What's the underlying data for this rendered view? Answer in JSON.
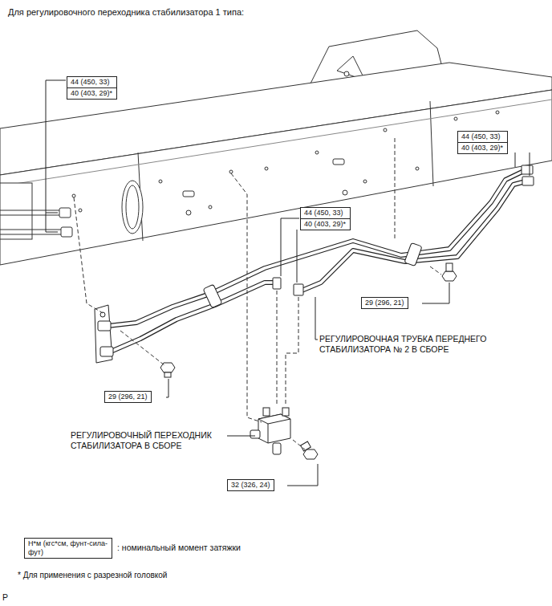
{
  "diagram": {
    "title": "Для регулировочного переходника стабилизатора 1 типа:",
    "nodes": [
      {
        "text": [
          "44 (450, 33)",
          "40 (403, 29)*"
        ]
      },
      {
        "text": [
          "44 (450, 33)",
          "40 (403, 29)*"
        ]
      },
      {
        "text": [
          "44 (450, 33)",
          "40 (403, 29)*"
        ]
      },
      {
        "text": [
          "29 (296, 21)"
        ]
      },
      {
        "text": [
          "29 (296, 21)"
        ]
      },
      {
        "text": [
          "32 (326, 24)"
        ]
      },
      {
        "text": [
          "Н*м (кгс*см, фунт-сила-фут)"
        ]
      }
    ],
    "labels": [
      "РЕГУЛИРОВОЧНАЯ ТРУБКА ПЕРЕДНЕГО СТАБИЛИЗАТОРА № 2 В СБОРЕ",
      "РЕГУЛИРОВОЧНЫЙ ПЕРЕХОДНИК СТАБИЛИЗАТОРА В СБОРЕ",
      "* Для применения с разрезной головкой",
      "P"
    ],
    "legend": [
      {
        "text": ": номинальный момент затяжки"
      }
    ]
  }
}
